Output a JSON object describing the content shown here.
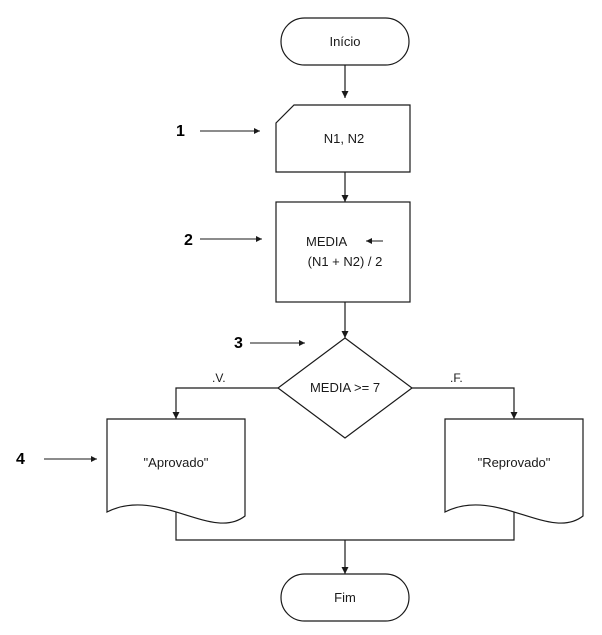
{
  "nodes": {
    "start": {
      "label": "Início"
    },
    "input": {
      "label": "N1, N2"
    },
    "process": {
      "line1": "MEDIA",
      "line2": "(N1 + N2) / 2"
    },
    "decision": {
      "label": "MEDIA >= 7"
    },
    "output_true": {
      "label": "\"Aprovado\""
    },
    "output_false": {
      "label": "\"Reprovado\""
    },
    "end": {
      "label": "Fim"
    }
  },
  "branches": {
    "true_label": ".V.",
    "false_label": ".F."
  },
  "step_markers": [
    "1",
    "2",
    "3",
    "4"
  ]
}
